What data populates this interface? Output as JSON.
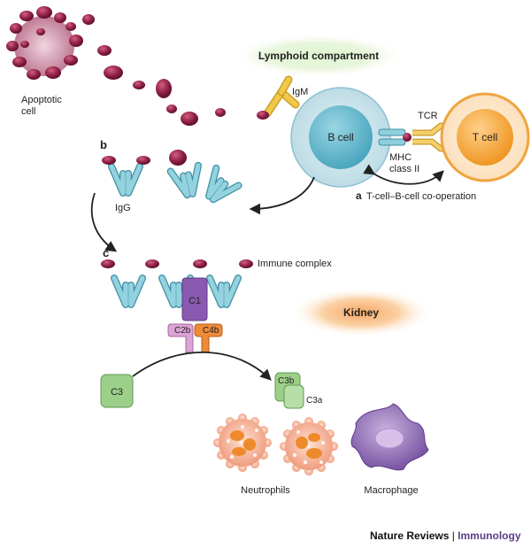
{
  "labels": {
    "apoptotic_cell": [
      "Apoptotic",
      "cell"
    ],
    "lymphoid_compartment": "Lymphoid compartment",
    "igm": "IgM",
    "b_cell": "B cell",
    "t_cell": "T cell",
    "tcr": "TCR",
    "mhc": [
      "MHC",
      "class II"
    ],
    "panel_a_letter": "a",
    "panel_a_text": "T-cell–B-cell co-operation",
    "panel_b": "b",
    "igg": "IgG",
    "panel_c": "c",
    "immune_complex": "Immune complex",
    "c1": "C1",
    "c2b": "C2b",
    "c4b": "C4b",
    "kidney": "Kidney",
    "c3": "C3",
    "c3b": "C3b",
    "c3a": "C3a",
    "neutrophils": "Neutrophils",
    "macrophage": "Macrophage"
  },
  "footer": {
    "journal": "Nature Reviews",
    "separator": " | ",
    "section": "Immunology"
  },
  "colors": {
    "antigen": "#8e1f45",
    "antibody": "#8ecfdc",
    "igm": "#f0c23c",
    "b_cell": "#6fbfd3",
    "t_cell": "#f4a233",
    "c1": "#8a5ab0",
    "c2b": "#d8a0d4",
    "c4b": "#ef8a38",
    "c3": "#9cd08a",
    "neutrophil": "#f2a68a",
    "macrophage": "#8d6bb5"
  }
}
